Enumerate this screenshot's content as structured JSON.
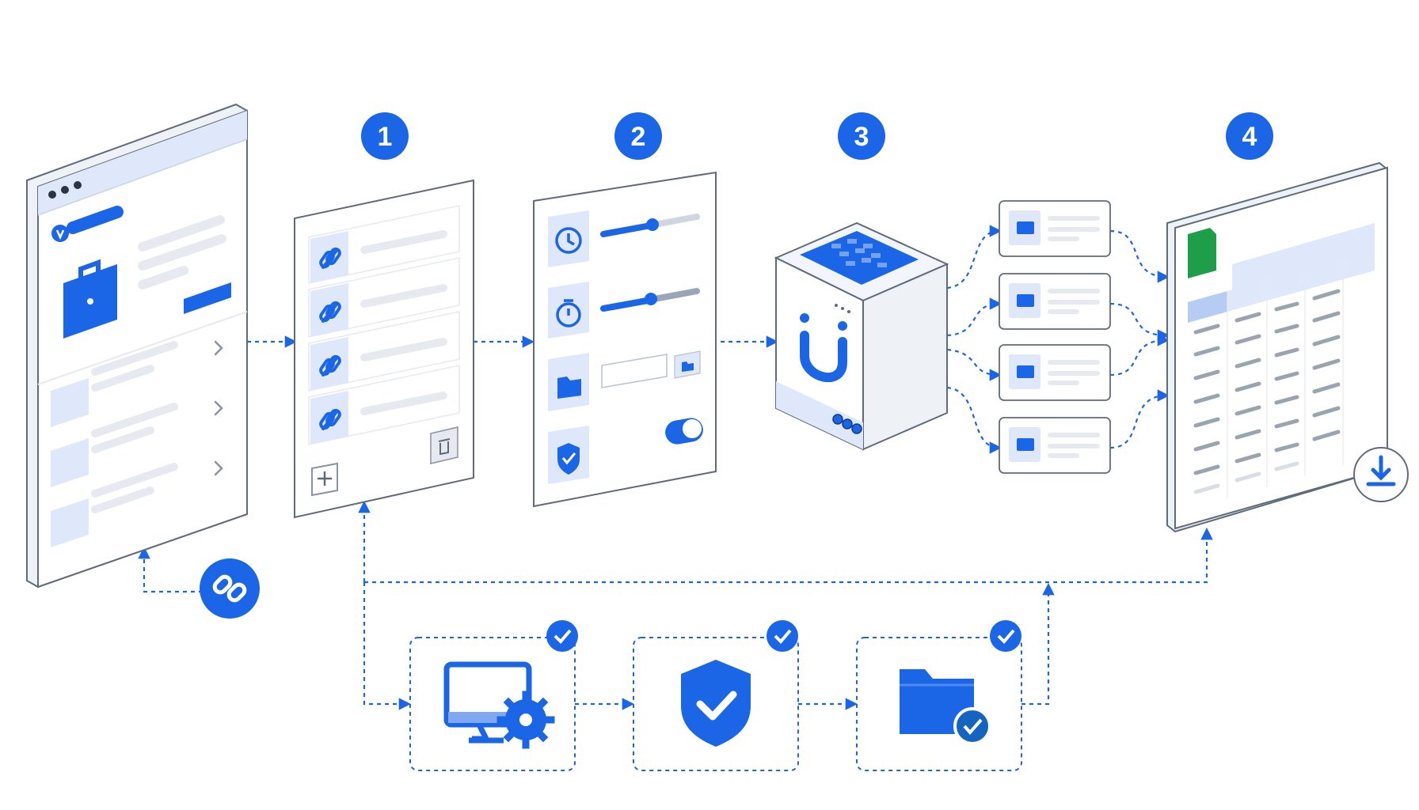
{
  "steps": [
    {
      "number": "1"
    },
    {
      "number": "2"
    },
    {
      "number": "3"
    },
    {
      "number": "4"
    }
  ],
  "colors": {
    "accent": "#1a66e6",
    "accent_light": "#dfe8fb",
    "panel_border": "#5f6b7a",
    "line_gray": "#e6e9ef",
    "sheets_green": "#1e9e48"
  },
  "icons": {
    "source_page": "briefcase-icon",
    "link_badge": "link-icon",
    "link_rows": "link-icon",
    "add": "plus-icon",
    "delete": "trash-icon",
    "settings_rows": [
      "clock-icon",
      "stopwatch-icon",
      "folder-icon",
      "shield-check-icon"
    ],
    "scraper": "magnet-icon",
    "results": "briefcase-icon",
    "output": "google-sheets-icon",
    "download": "download-icon",
    "checks": [
      "computer-gear-icon",
      "shield-check-icon",
      "folder-check-icon"
    ]
  }
}
